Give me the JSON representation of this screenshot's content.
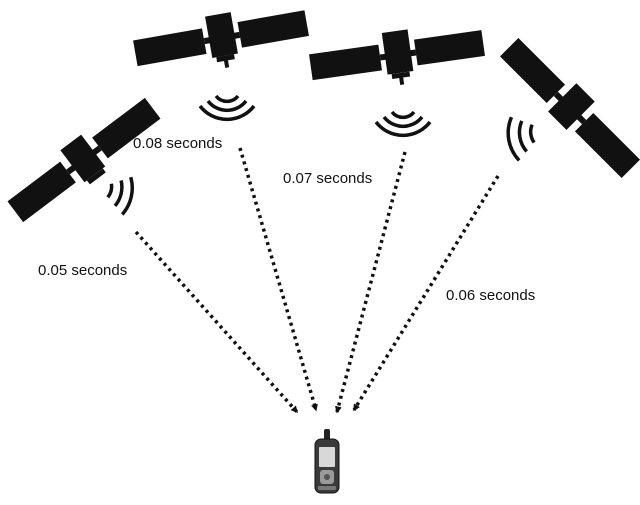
{
  "diagram": {
    "stroke_color": "#111111",
    "satellites": [
      {
        "id": "sat-1",
        "icon": "satellite-icon",
        "delay_label": "0.05 seconds"
      },
      {
        "id": "sat-2",
        "icon": "satellite-icon",
        "delay_label": "0.08 seconds"
      },
      {
        "id": "sat-3",
        "icon": "satellite-icon",
        "delay_label": "0.07 seconds"
      },
      {
        "id": "sat-4",
        "icon": "satellite-icon",
        "delay_label": "0.06 seconds"
      }
    ],
    "receiver": {
      "icon": "gps-receiver-icon"
    }
  }
}
